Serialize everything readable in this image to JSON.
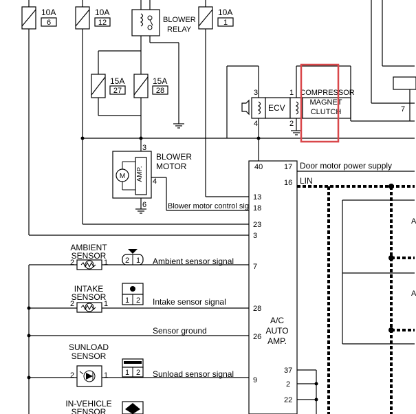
{
  "fuses": [
    {
      "rating": "10A",
      "number": "6"
    },
    {
      "rating": "10A",
      "number": "12"
    },
    {
      "rating": "10A",
      "number": "1"
    },
    {
      "rating": "15A",
      "number": "27"
    },
    {
      "rating": "15A",
      "number": "28"
    }
  ],
  "blower_relay": {
    "line1": "BLOWER",
    "line2": "RELAY"
  },
  "blower_motor": {
    "line1": "BLOWER",
    "line2": "MOTOR",
    "amp": "AMP.",
    "motor": "M",
    "pin_top": "3",
    "pin_side": "4",
    "pin_bottom": "6"
  },
  "ecv": {
    "label": "ECV",
    "pin_top": "3",
    "pin_bottom": "4"
  },
  "compressor": {
    "line1": "COMPRESSOR",
    "line2": "MAGNET",
    "line3": "CLUTCH",
    "pin_top": "1",
    "pin_bottom": "2"
  },
  "right_pin": "7",
  "amp": {
    "line1": "A/C",
    "line2": "AUTO",
    "line3": "AMP."
  },
  "amp_pins": {
    "p40": "40",
    "p13": "13",
    "p18": "18",
    "p23": "23",
    "p3": "3",
    "p7": "7",
    "p28": "28",
    "p26": "26",
    "p9": "9",
    "p17": "17",
    "p16": "16",
    "p37": "37",
    "p2": "2",
    "p22": "22"
  },
  "signals": {
    "door_motor": "Door motor power supply",
    "lin": "LIN",
    "blower_control": "Blower motor control signal",
    "ambient": "Ambient sensor signal",
    "intake": "Intake sensor signal",
    "ground": "Sensor ground",
    "sunload": "Sunload sensor signal"
  },
  "sensors": {
    "ambient": {
      "line1": "AMBIENT",
      "line2": "SENSOR",
      "pin_left": "2",
      "pin_right": "1",
      "conn_left": "2",
      "conn_right": "1"
    },
    "intake": {
      "line1": "INTAKE",
      "line2": "SENSOR",
      "pin_left": "2",
      "pin_right": "1",
      "conn_left": "1",
      "conn_right": "2"
    },
    "sunload": {
      "line1": "SUNLOAD",
      "line2": "SENSOR",
      "pin_left": "2",
      "pin_right": "1",
      "conn_left": "1",
      "conn_right": "2"
    },
    "invehicle": {
      "line1": "IN-VEHICLE",
      "line2": "SENSOR"
    }
  },
  "right_edge_labels": [
    "A",
    "A"
  ],
  "highlight_color": "#d9474a"
}
